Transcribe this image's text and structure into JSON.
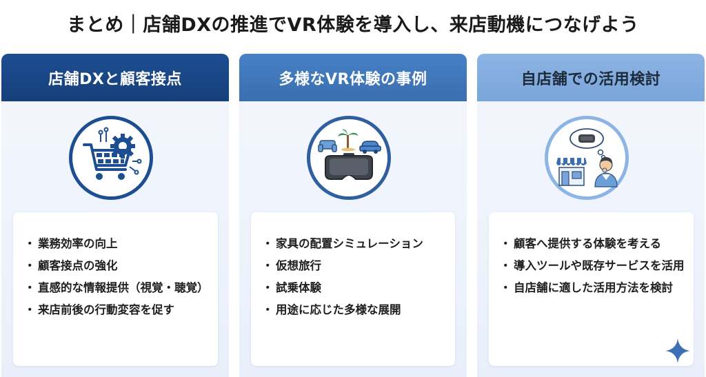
{
  "title": "まとめ｜店舗DXの推進でVR体験を導入し、来店動機につなげよう",
  "cards": [
    {
      "heading": "店舗DXと顧客接点",
      "icon": "shopping-cart-gear-icon",
      "items": [
        "業務効率の向上",
        "顧客接点の強化",
        "直感的な情報提供（視覚・聴覚）",
        "来店前後の行動変容を促す"
      ]
    },
    {
      "heading": "多様なVR体験の事例",
      "icon": "vr-headset-icon",
      "items": [
        "家具の配置シミュレーション",
        "仮想旅行",
        "試乗体験",
        "用途に応じた多様な展開"
      ]
    },
    {
      "heading": "自店舗での活用検討",
      "icon": "store-thinking-person-icon",
      "items": [
        "顧客へ提供する体験を考える",
        "導入ツールや既存サービスを活用",
        "自店舗に適した活用方法を検討"
      ]
    }
  ],
  "colors": {
    "card1_header": "#1d4e92",
    "card2_header": "#4680c6",
    "card3_header": "#8cb4e4",
    "sparkle": "#3d6fb6"
  }
}
